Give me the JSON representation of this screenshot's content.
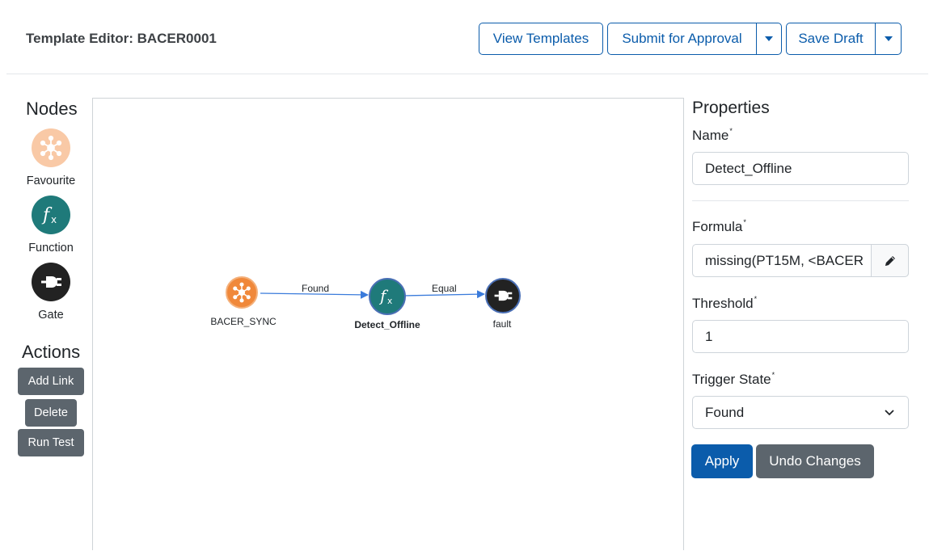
{
  "header": {
    "title": "Template Editor: BACER0001",
    "view_templates_label": "View Templates",
    "submit_label": "Submit for Approval",
    "save_draft_label": "Save Draft"
  },
  "nodes_panel": {
    "title": "Nodes",
    "items": [
      {
        "label": "Favourite",
        "icon": "hub-icon",
        "color": "#f9c9a6"
      },
      {
        "label": "Function",
        "icon": "fx-icon",
        "color": "#1f7a7a"
      },
      {
        "label": "Gate",
        "icon": "plug-icon",
        "color": "#222222"
      }
    ]
  },
  "actions_panel": {
    "title": "Actions",
    "add_link_label": "Add Link",
    "delete_label": "Delete",
    "run_test_label": "Run Test"
  },
  "graph": {
    "nodes": [
      {
        "label": "BACER_SYNC",
        "type": "favourite",
        "color": "#f0883a"
      },
      {
        "label": "Detect_Offline",
        "type": "function",
        "color": "#1f7a7a",
        "selected": true
      },
      {
        "label": "fault",
        "type": "gate",
        "color": "#222222"
      }
    ],
    "edges": [
      {
        "label": "Found"
      },
      {
        "label": "Equal"
      }
    ],
    "edge_color": "#3a7bdb"
  },
  "properties": {
    "title": "Properties",
    "name_label": "Name",
    "name_value": "Detect_Offline",
    "formula_label": "Formula",
    "formula_value": "missing(PT15M, <BACER",
    "threshold_label": "Threshold",
    "threshold_value": "1",
    "trigger_state_label": "Trigger State",
    "trigger_state_value": "Found",
    "required_mark": "*",
    "apply_label": "Apply",
    "undo_label": "Undo Changes"
  },
  "colors": {
    "primary": "#0b5cab",
    "secondary": "#5c656d"
  }
}
